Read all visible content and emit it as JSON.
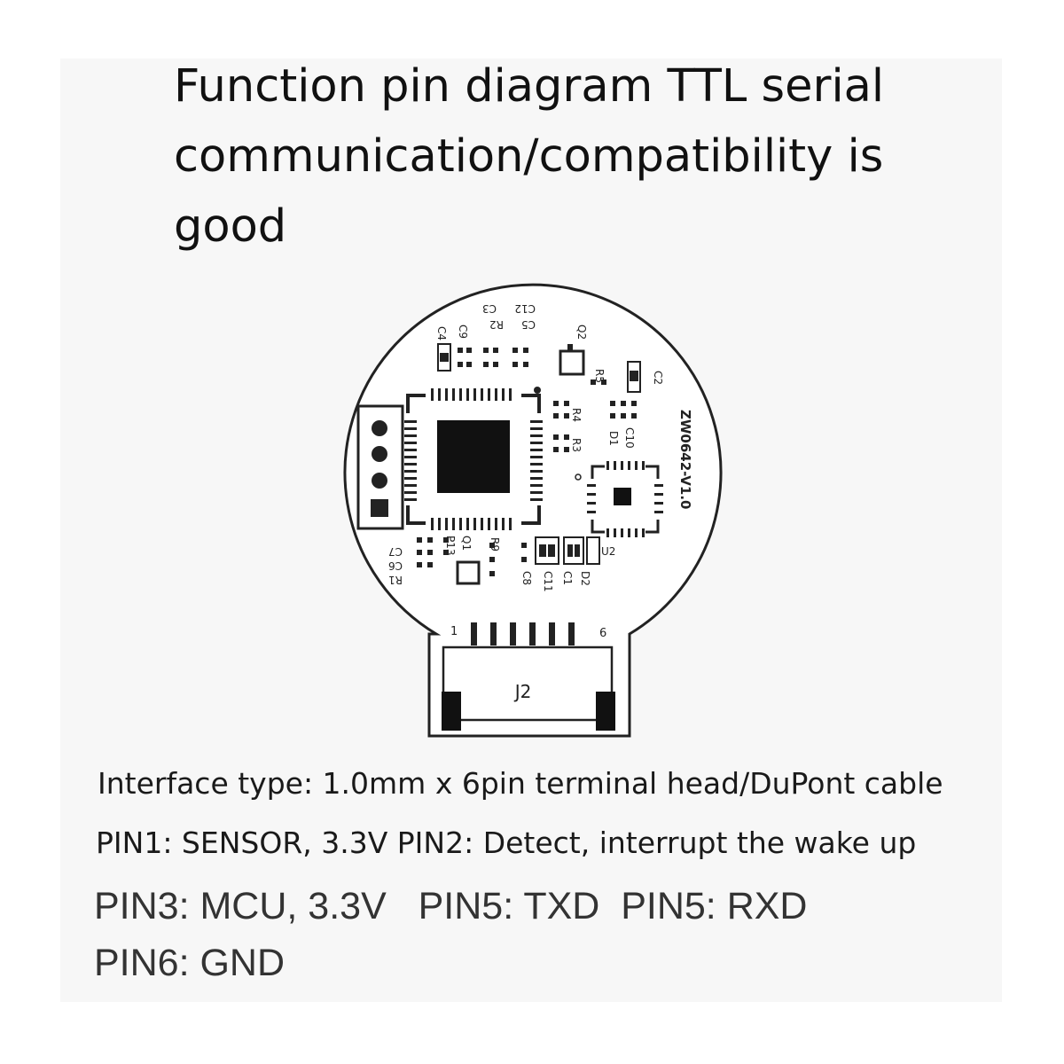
{
  "title": "Function pin diagram TTL serial communication/compatibility is good",
  "board": {
    "model": "ZW0642-V1.0",
    "connector": {
      "name": "J2",
      "pin_first": "1",
      "pin_last": "6"
    },
    "component_labels": [
      "C4",
      "C9",
      "C3",
      "C12",
      "C5",
      "R2",
      "Q2",
      "C2",
      "R5",
      "R4",
      "R3",
      "D1",
      "C10",
      "U2",
      "C7",
      "C6",
      "R1",
      "P13",
      "Q1",
      "R9",
      "C8",
      "C11",
      "C1",
      "D2"
    ]
  },
  "description": {
    "interface": "Interface type: 1.0mm x 6pin terminal head/DuPont cable",
    "pin_line_1": "PIN1: SENSOR, 3.3V PIN2: Detect, interrupt the wake up",
    "pin_line_2": "PIN3: MCU, 3.3V   PIN5: TXD  PIN5: RXD",
    "pin_line_3": "PIN6: GND"
  }
}
